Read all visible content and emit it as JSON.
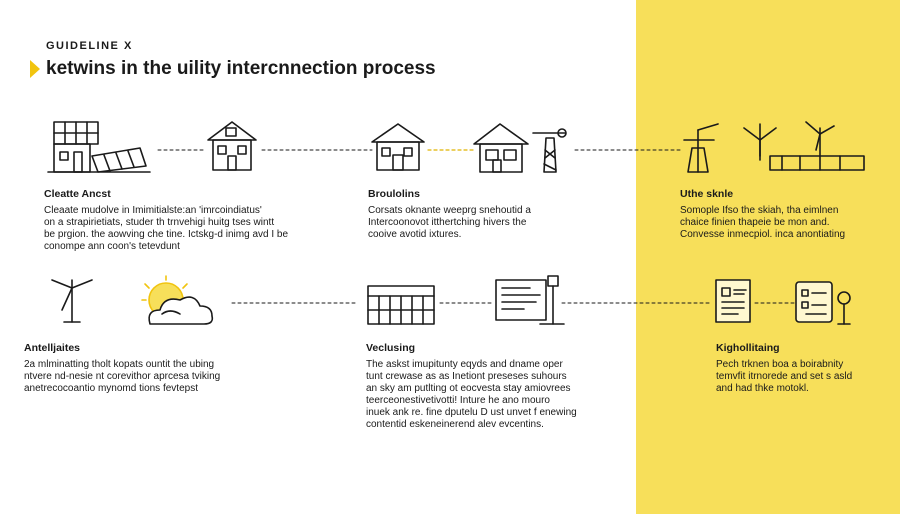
{
  "header": {
    "eyebrow": "GUIDELINE X",
    "title": "ketwins in the uility intercnnection process"
  },
  "colors": {
    "accent_panel": "#f7df5a",
    "arrow": "#f1c40f",
    "ink": "#1a1a1a"
  },
  "steps": [
    {
      "heading": "Cleatte Ancst",
      "body": "Cleaate mudolve in Imimitialste:an 'imrcoindiatus'\non a strapirietiats, studer th trnvehigi huitg tses wintt\nbe prgion. the aowving che tine. Ictskg-d inimg avd I be\nconompe ann coon's tetevdunt"
    },
    {
      "heading": "Broulolins",
      "body": "Corsats oknante weeprg snehoutid a\nIntercoonovot itthertching hivers the\ncooive avotid ixtures."
    },
    {
      "heading": "Uthe sknle",
      "body": "Somople Ifso the skiah, tha eimlnen\nchaice finien thapeie be mon and.\nConvesse inmecpiol. inca anontiating"
    },
    {
      "heading": "Antelljaites",
      "body": "2a mlminatting tholt kopats ountit the ubing\nntvere nd-nesie nt corevithor aprcesa tviking\nanetrecocoantio mynomd tions fevtepst"
    },
    {
      "heading": "Veclusing",
      "body": "The askst imupitunty eqyds and dname oper\ntunt crewase as as Inetiont preseses suhours\nan sky am putlting ot eocvesta stay amiovrees\nteerceonestivetivotti! Inture he ano mouro\ninuek ank re. fine dputelu D ust unvet f enewing\ncontentid eskeneinerend alev evcentins."
    },
    {
      "heading": "Kighollitaing",
      "body": "Pech trknen boa a boirabnity\ntemvfit itrnorede and set s asld\nand had thke motokl."
    }
  ],
  "icon_names": [
    "solar-farm-icon",
    "house-icon",
    "house-icon",
    "storefront-icon",
    "power-pylon-icon",
    "wind-turbines-icon",
    "wind-turbine-icon",
    "sun-cloud-icon",
    "window-panel-icon",
    "document-board-icon",
    "document-icon",
    "checklist-icon"
  ]
}
